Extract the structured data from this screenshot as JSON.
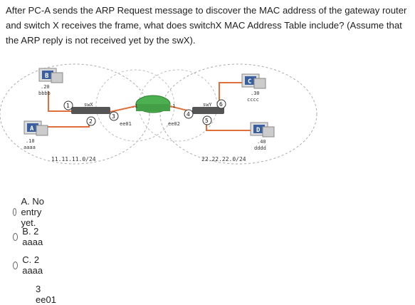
{
  "question": {
    "text": "After PC-A sends the ARP Request message to discover the MAC address of the gateway router and switch X receives the frame, what does switchX MAC Address Table include? (Assume that the ARP reply is not received yet by the swX)."
  },
  "diagram": {
    "hosts": [
      {
        "letter": "B",
        "ip": ".20",
        "mac": "bbbb"
      },
      {
        "letter": "A",
        "ip": ".10",
        "mac": "aaaa"
      },
      {
        "letter": "C",
        "ip": ".30",
        "mac": "cccc"
      },
      {
        "letter": "D",
        "ip": ".40",
        "mac": "dddd"
      }
    ],
    "switch_x": {
      "name": "swX",
      "ports": [
        "1",
        "2",
        "3"
      ]
    },
    "switch_y": {
      "name": "swY",
      "ports": [
        "4",
        "5",
        "6"
      ]
    },
    "router": {
      "left_ip": ".1",
      "right_ip": ".1",
      "left_mac": "ee01",
      "right_mac": "ee02"
    },
    "networks": [
      "11.11.11.0/24",
      "22.22.22.0/24"
    ],
    "colors": {
      "link": "#e0703a",
      "router": "#4caf50",
      "switch": "#555555",
      "pc_screen": "#3a5fa0"
    }
  },
  "options": [
    {
      "label": "A. No entry yet."
    },
    {
      "label": "B. 2 aaaa"
    },
    {
      "label": "C. 2 aaaa"
    }
  ],
  "option_c_extra": "3 ee01"
}
